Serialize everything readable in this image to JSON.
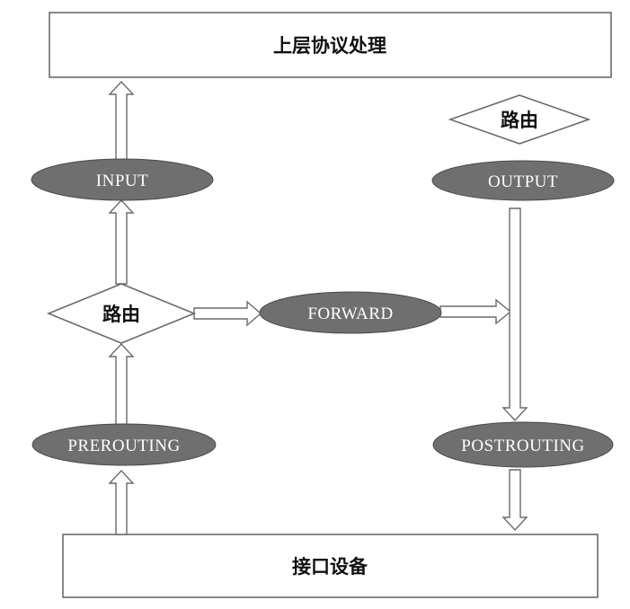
{
  "nodes": {
    "upper_protocol": "上层协议处理",
    "interface_device": "接口设备",
    "routing_left": "路由",
    "routing_right": "路由",
    "input": "INPUT",
    "output": "OUTPUT",
    "forward": "FORWARD",
    "prerouting": "PREROUTING",
    "postrouting": "POSTROUTING"
  }
}
